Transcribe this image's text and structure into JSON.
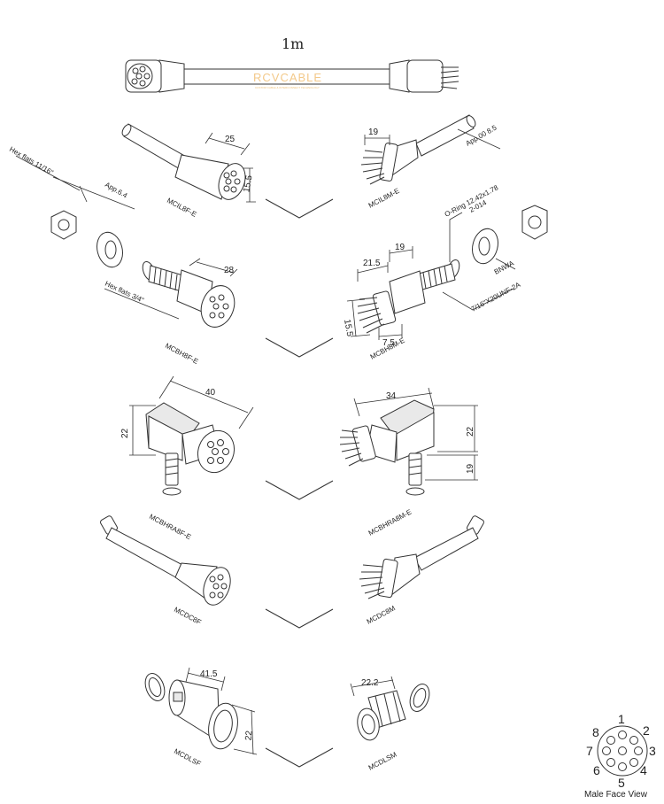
{
  "title": "1m",
  "watermark": {
    "brand": "RCVCABLE",
    "tagline": "CUSTOM CABLE & INTERCONNECT TECHNOLOGY"
  },
  "pin_diagram": {
    "caption": "Male Face View",
    "pins": [
      "1",
      "2",
      "3",
      "4",
      "5",
      "6",
      "7",
      "8"
    ]
  },
  "parts": {
    "mcil8f": {
      "label": "MCIL8F-E",
      "dims": [
        "25",
        "15.5"
      ]
    },
    "mcil8m": {
      "label": "MCIL8M-E",
      "dims": [
        "19"
      ],
      "note": "App.00 8.5"
    },
    "mcbh8f": {
      "label": "MCBH8F-E",
      "dims": [
        "28"
      ],
      "hex_large": "Hex flats 11/16\"",
      "app": "App.6.4",
      "hex_small": "Hex flats 3/4\""
    },
    "mcbh8m": {
      "label": "MCBH8M-E",
      "dims": [
        "21.5",
        "19",
        "15.5",
        "7.5"
      ],
      "oring": "O-Ring 12.42x1.78",
      "oring_code": "2-014",
      "washer": "BNWA",
      "thread": "7/16\"X20UNF-2A"
    },
    "mcbhra8f": {
      "label": "MCBHRA8F-E",
      "dims": [
        "40",
        "22"
      ]
    },
    "mcbhra8m": {
      "label": "MCBHRA8M-E",
      "dims": [
        "34",
        "22",
        "19"
      ]
    },
    "mcdc8f": {
      "label": "MCDC8F"
    },
    "mcdc8m": {
      "label": "MCDC8M"
    },
    "mcdlsf": {
      "label": "MCDLSF",
      "dims": [
        "41.5",
        "22"
      ]
    },
    "mcdlsm": {
      "label": "MCDLSM",
      "dims": [
        "22.2"
      ]
    }
  }
}
